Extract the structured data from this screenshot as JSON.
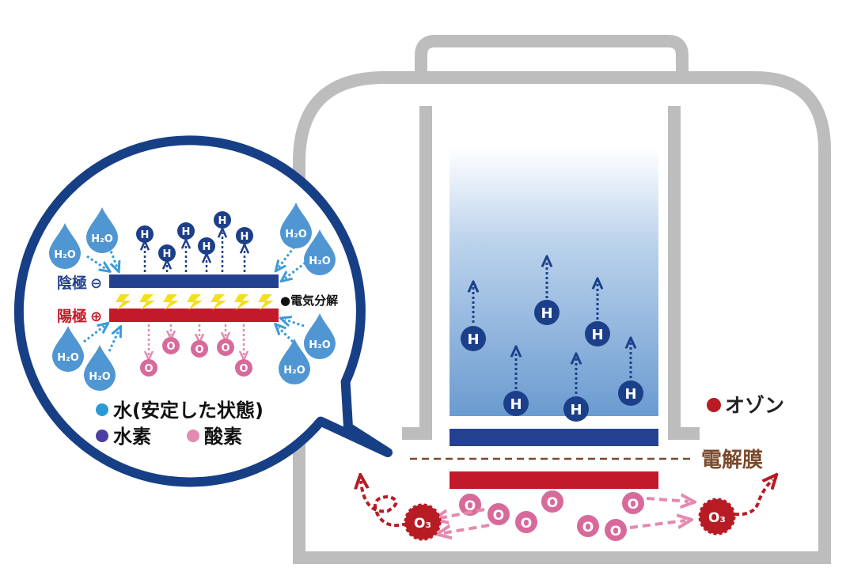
{
  "colors": {
    "device_gray": "#bdbdbd",
    "water_blue_top": "#ffffff",
    "water_blue_bottom": "#6b9bd0",
    "hydrogen_blue": "#1c3f8a",
    "cathode_blue": "#23418f",
    "anode_red": "#c21a2a",
    "oxygen_pink": "#d86a9b",
    "water_drop_blue": "#4f96d3",
    "ozone_red": "#b71c24",
    "membrane_brown": "#7a4a2c",
    "bubble_border": "#173f86",
    "spark_yellow": "#f3df1a"
  },
  "callout": {
    "cathode_label": "陰極",
    "cathode_sign": "⊖",
    "anode_label": "陽極",
    "anode_sign": "⊕",
    "electrolysis_label": "●電気分解",
    "water_molecule": "H₂O",
    "hydrogen_atom": "H",
    "oxygen_atom": "O",
    "legend": {
      "water": "水(安定した状態)",
      "hydrogen": "水素",
      "oxygen": "酸素"
    }
  },
  "device": {
    "hydrogen_atom": "H",
    "oxygen_atom": "O",
    "ozone_molecule": "O₃",
    "ozone_label": "オゾン",
    "membrane_label": "電解膜"
  }
}
